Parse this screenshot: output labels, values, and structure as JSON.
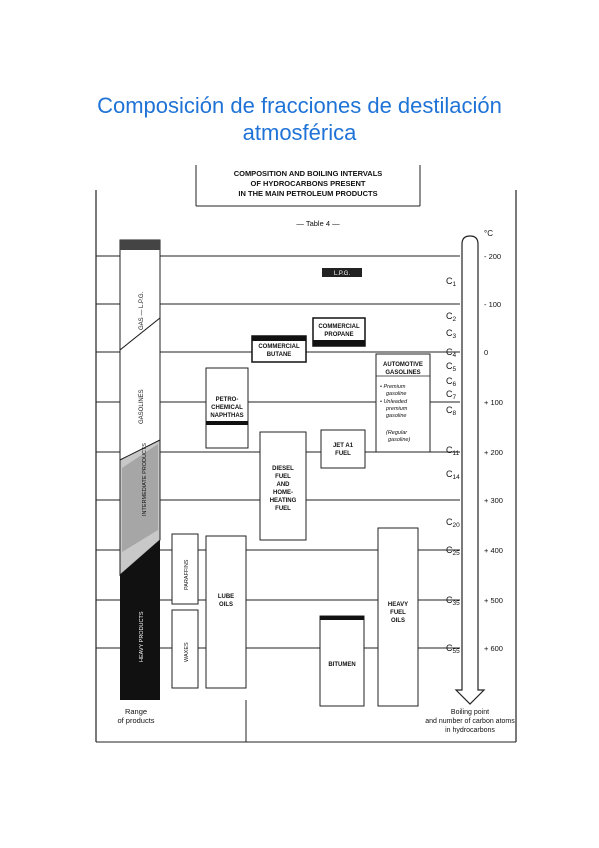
{
  "slide": {
    "title": "Composición de fracciones de destilación atmosférica",
    "title_lines": [
      "Composición de fracciones de destilación",
      "atmosférica"
    ]
  },
  "table": {
    "header_lines": [
      "COMPOSITION AND BOILING INTERVALS",
      "OF HYDROCARBONS PRESENT",
      "IN THE MAIN PETROLEUM PRODUCTS"
    ],
    "label": "— Table 4 —",
    "unit": "°C",
    "temperature_marks": [
      "- 200",
      "- 100",
      "0",
      "+ 100",
      "+ 200",
      "+ 300",
      "+ 400",
      "+ 500",
      "+ 600"
    ],
    "carbon_marks": [
      "C1",
      "C2",
      "C3",
      "C4",
      "C5",
      "C6",
      "C7",
      "C8",
      "C11",
      "C14",
      "C20",
      "C25",
      "C35",
      "C55"
    ],
    "range_groups": [
      "GAS — L.P.G.",
      "GASOLINES",
      "INTERMEDIATE PRODUCTS",
      "HEAVY PRODUCTS"
    ],
    "products": {
      "lpg": "L.P.G.",
      "commercial_propane": "COMMERCIAL PROPANE",
      "commercial_butane": "COMMERCIAL BUTANE",
      "automotive_gasolines": "AUTOMOTIVE GASOLINES",
      "gasoline_notes": [
        "• Premium gasoline",
        "• Unleaded premium gasoline",
        "(Regular gasoline)"
      ],
      "petrochemical_naphthas": "PETRO-CHEMICAL NAPHTHAS",
      "jet_a1": "JET A1 FUEL",
      "diesel": "DIESEL FUEL AND HOME-HEATING FUEL",
      "paraffins": "PARAFFINS",
      "waxes": "WAXES",
      "lube_oils": "LUBE OILS",
      "heavy_fuel_oils": "HEAVY FUEL OILS",
      "bitumen": "BITUMEN"
    },
    "footer_left": [
      "Range",
      "of products"
    ],
    "footer_right": [
      "Boiling point",
      "and number of carbon atoms",
      "in hydrocarbons"
    ]
  }
}
